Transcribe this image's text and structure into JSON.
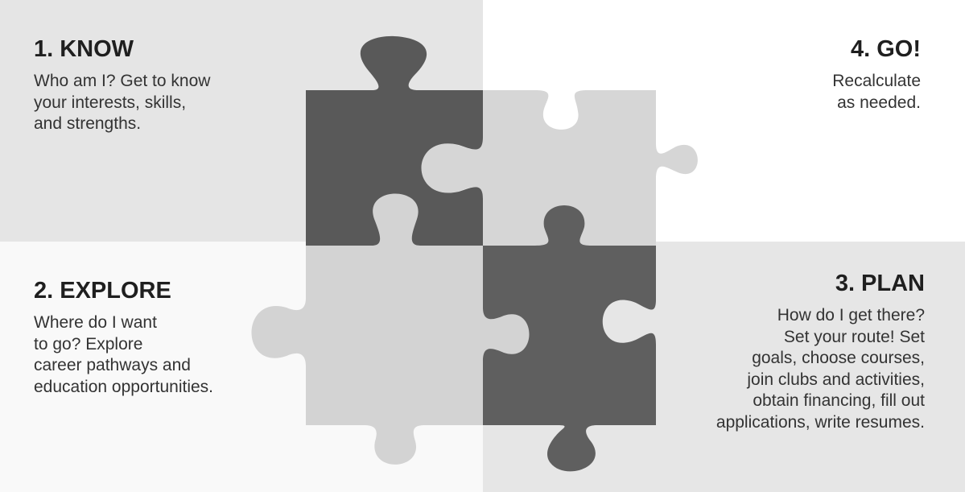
{
  "steps": {
    "know": {
      "title": "1. KNOW",
      "lines": [
        "Who am I? Get to know",
        "your interests, skills,",
        "and strengths."
      ]
    },
    "explore": {
      "title": "2. EXPLORE",
      "lines": [
        "Where do I want",
        "to go? Explore",
        "career pathways and",
        "education opportunities."
      ]
    },
    "plan": {
      "title": "3. PLAN",
      "lines": [
        "How do I get there?",
        "Set your route! Set",
        "goals, choose courses,",
        "join clubs and activities,",
        "obtain financing, fill out",
        "applications, write resumes."
      ]
    },
    "go": {
      "title": "4. GO!",
      "lines": [
        "Recalculate",
        "as needed."
      ]
    }
  },
  "colors": {
    "know_background": "#e5e5e5",
    "go_background": "#ffffff",
    "explore_background": "#f9f9f9",
    "plan_background": "#e6e6e6",
    "piece_dark": "#595959",
    "piece_light": "#d3d3d3",
    "piece_light_alt": "#d6d6d6",
    "piece_dark_alt": "#5f5f5f"
  },
  "icons": {
    "puzzle": "puzzle-piece-icon"
  }
}
